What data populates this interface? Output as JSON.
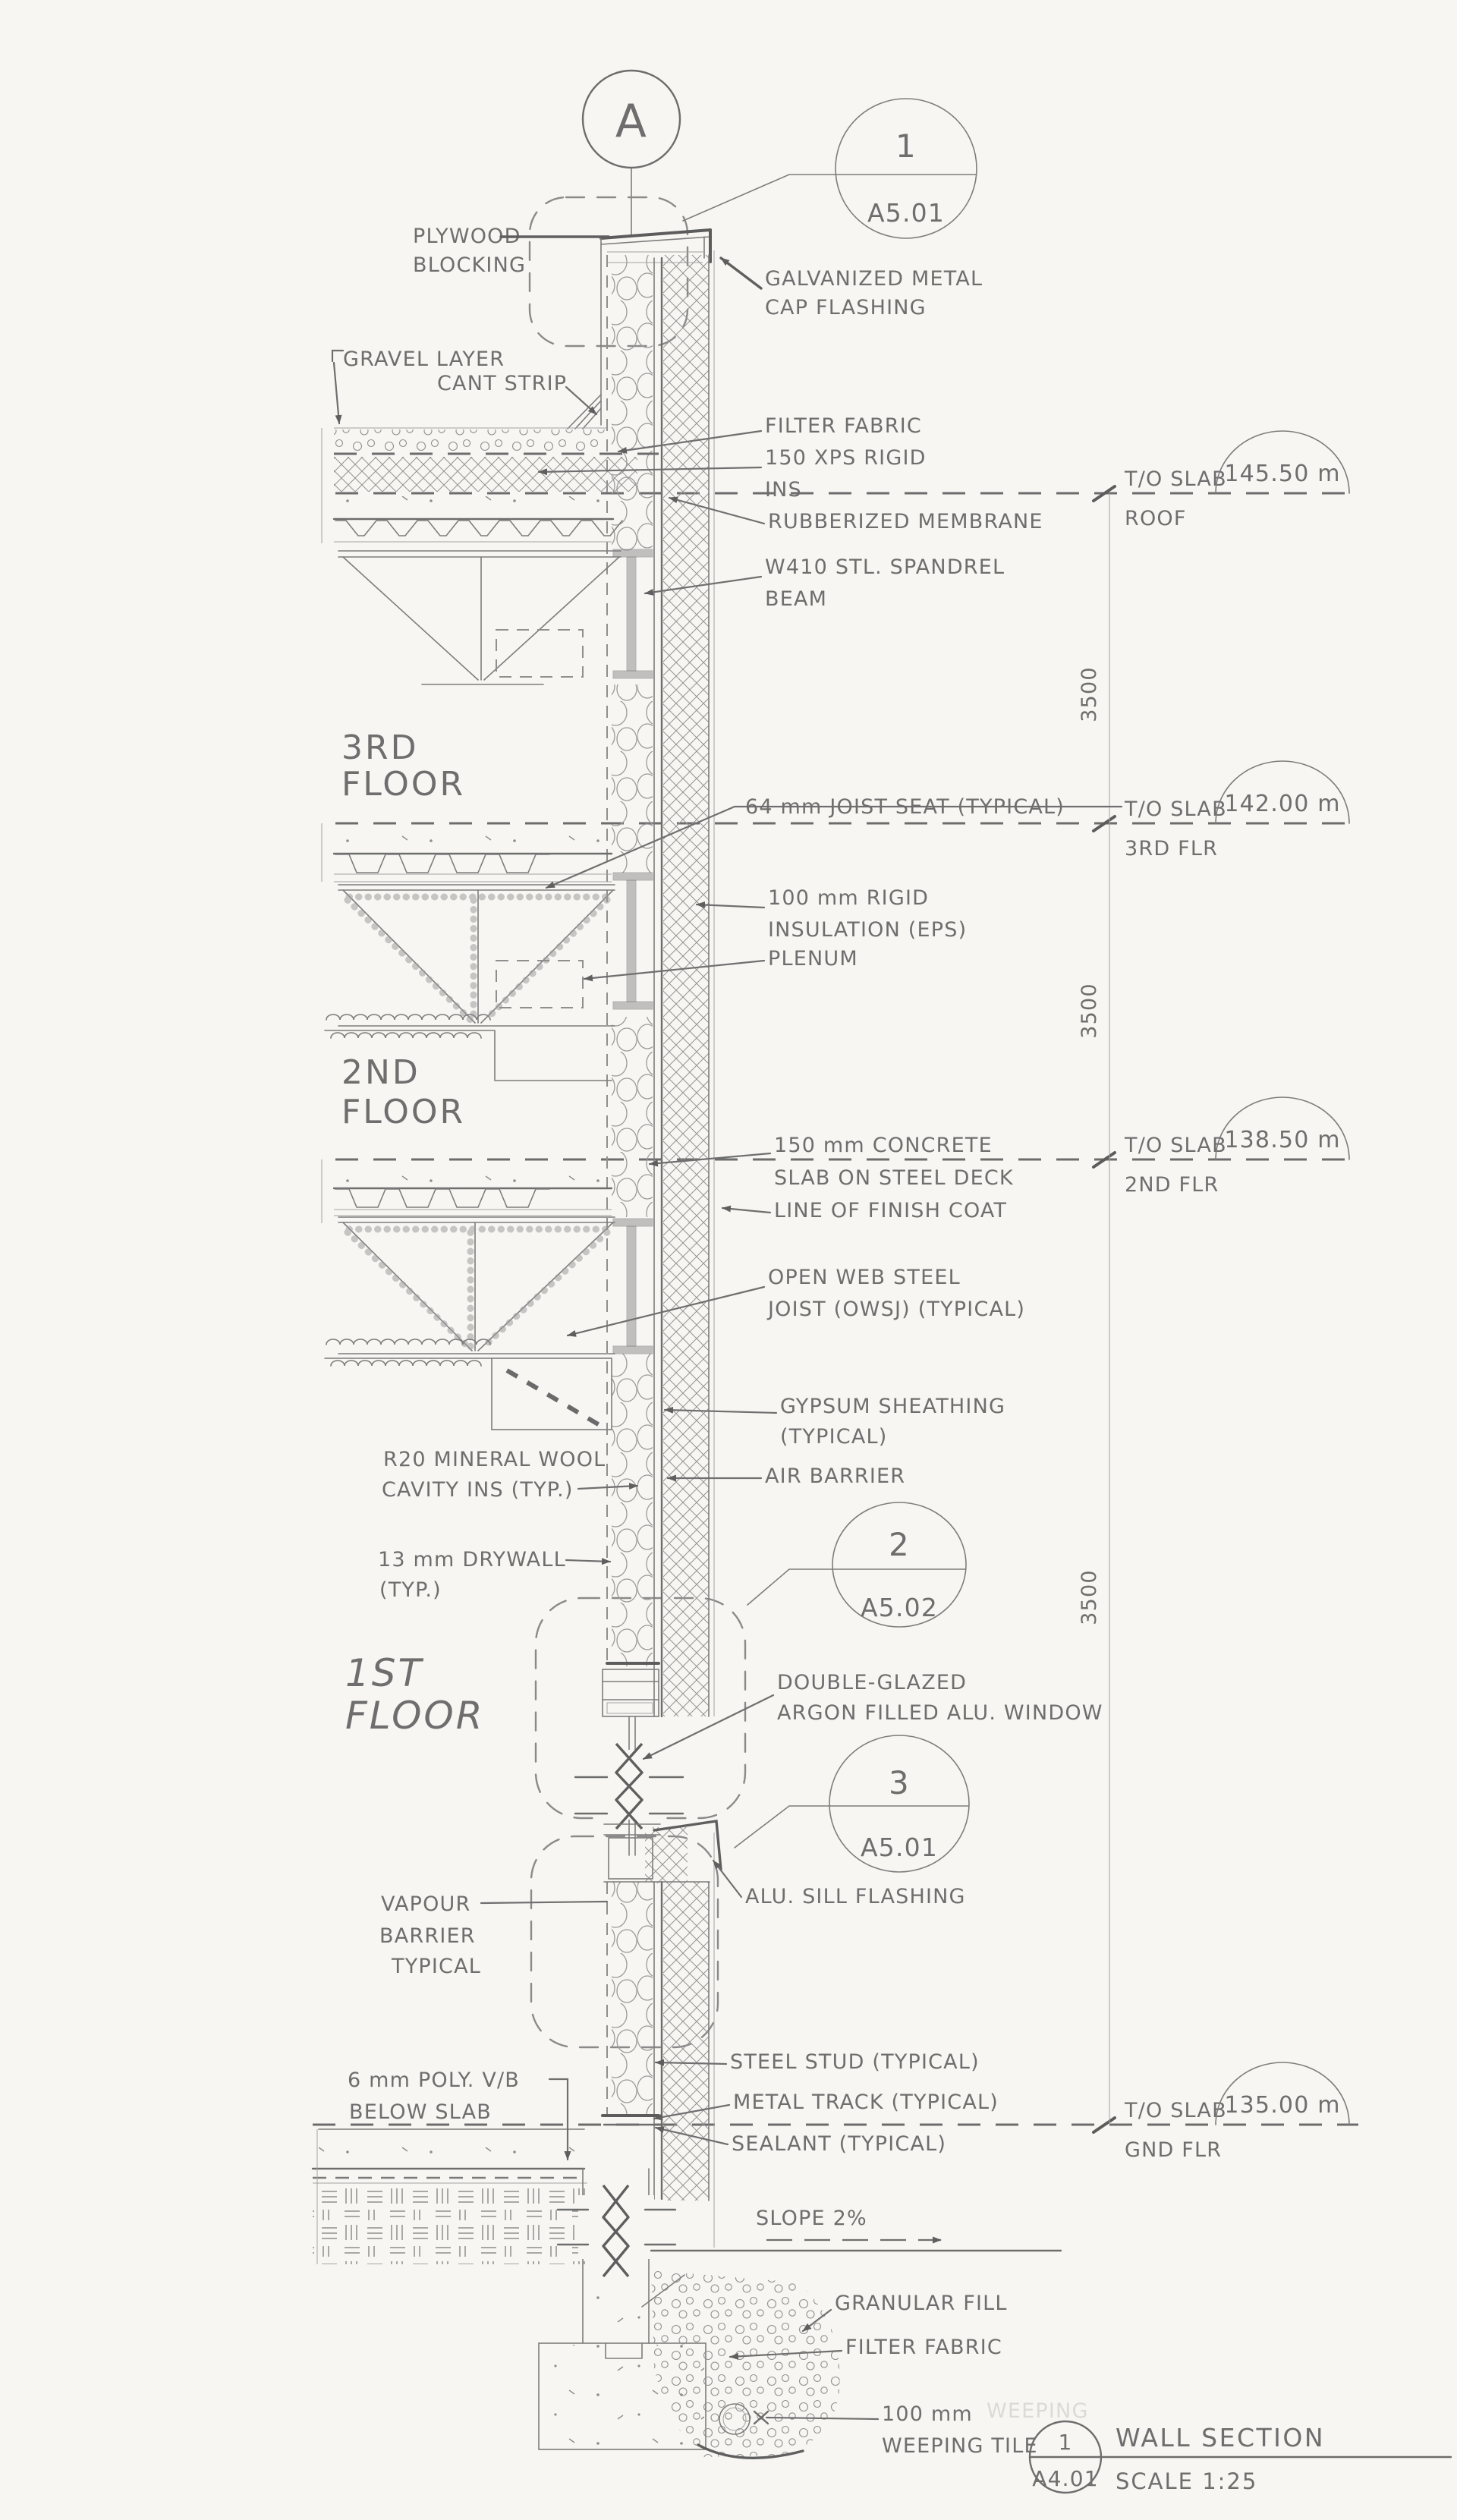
{
  "colors": {
    "paper": "#f7f6f3",
    "pencil": "#6e6e6e"
  },
  "grid_marker": {
    "label": "A"
  },
  "detail_bubbles": {
    "b1": {
      "number": "1",
      "sheet": "A5.01"
    },
    "b2": {
      "number": "2",
      "sheet": "A5.02"
    },
    "b3": {
      "number": "3",
      "sheet": "A5.01"
    }
  },
  "floor_labels": {
    "third": {
      "l1": "3RD",
      "l2": "FLOOR"
    },
    "second": {
      "l1": "2ND",
      "l2": "FLOOR"
    },
    "first": {
      "l1": "1ST",
      "l2": "FLOOR"
    }
  },
  "elevation_markers": {
    "roof": {
      "line1": "T/O SLAB",
      "line2": "ROOF",
      "value": "145.50 m"
    },
    "third": {
      "line1": "T/O SLAB",
      "line2": "3RD FLR",
      "value": "142.00 m"
    },
    "second": {
      "line1": "T/O SLAB",
      "line2": "2ND FLR",
      "value": "138.50 m"
    },
    "ground": {
      "line1": "T/O SLAB",
      "line2": "GND FLR",
      "value": "135.00 m"
    }
  },
  "dimensions": {
    "roof_to_third": "3500",
    "third_to_second": "3500",
    "second_to_ground": "3500"
  },
  "annotations": {
    "plywood_blocking": {
      "lines": [
        "PLYWOOD",
        "BLOCKING"
      ]
    },
    "cap_flashing": {
      "lines": [
        "GALVANIZED METAL",
        "CAP FLASHING"
      ]
    },
    "gravel_layer": {
      "lines": [
        "GRAVEL LAYER"
      ]
    },
    "cant_strip": {
      "lines": [
        "CANT STRIP"
      ]
    },
    "filter_fabric_roof": {
      "lines": [
        "FILTER FABRIC"
      ]
    },
    "xps_rigid_ins": {
      "lines": [
        "150 XPS RIGID",
        "INS"
      ]
    },
    "rubberized_membrane": {
      "lines": [
        "RUBBERIZED MEMBRANE"
      ]
    },
    "spandrel_beam": {
      "lines": [
        "W410 STL. SPANDREL",
        "BEAM"
      ]
    },
    "joist_seat": {
      "lines": [
        "64 mm JOIST SEAT (TYPICAL)"
      ],
      "strikethrough": true
    },
    "rigid_insulation_eps": {
      "lines": [
        "100 mm RIGID",
        "INSULATION (EPS)"
      ]
    },
    "plenum": {
      "lines": [
        "PLENUM"
      ]
    },
    "concrete_slab": {
      "lines": [
        "150 mm CONCRETE",
        "SLAB ON STEEL DECK"
      ]
    },
    "line_of_finish_coat": {
      "lines": [
        "LINE OF FINISH COAT"
      ]
    },
    "owsj": {
      "lines": [
        "OPEN WEB STEEL",
        "JOIST (OWSJ) (TYPICAL)"
      ]
    },
    "gypsum_sheathing": {
      "lines": [
        "GYPSUM SHEATHING",
        "(TYPICAL)"
      ]
    },
    "air_barrier": {
      "lines": [
        "AIR BARRIER"
      ]
    },
    "mineral_wool": {
      "lines": [
        "R20 MINERAL WOOL",
        "CAVITY INS (TYP.)"
      ]
    },
    "drywall": {
      "lines": [
        "13 mm DRYWALL",
        "(TYP.)"
      ]
    },
    "window": {
      "lines": [
        "DOUBLE-GLAZED",
        "ARGON FILLED ALU. WINDOW"
      ]
    },
    "vapour_barrier": {
      "lines": [
        "VAPOUR",
        "BARRIER",
        "TYPICAL"
      ]
    },
    "sill_flashing": {
      "lines": [
        "ALU. SILL FLASHING"
      ]
    },
    "poly_vb": {
      "lines": [
        "6 mm POLY. V/B",
        "BELOW SLAB"
      ]
    },
    "steel_stud": {
      "lines": [
        "STEEL STUD (TYPICAL)"
      ]
    },
    "metal_track": {
      "lines": [
        "METAL TRACK (TYPICAL)"
      ]
    },
    "sealant": {
      "lines": [
        "SEALANT (TYPICAL)"
      ]
    },
    "slope": {
      "lines": [
        "SLOPE 2%"
      ]
    },
    "granular_fill": {
      "lines": [
        "GRANULAR FILL"
      ]
    },
    "filter_fabric_footing": {
      "lines": [
        "FILTER FABRIC"
      ]
    },
    "weeping_tile": {
      "lines": [
        "100 mm",
        "WEEPING TILE"
      ],
      "ghost": "WEEPING"
    }
  },
  "title_block": {
    "detail_number": "1",
    "sheet": "A4.01",
    "title": "WALL SECTION",
    "scale": "SCALE 1:25"
  }
}
